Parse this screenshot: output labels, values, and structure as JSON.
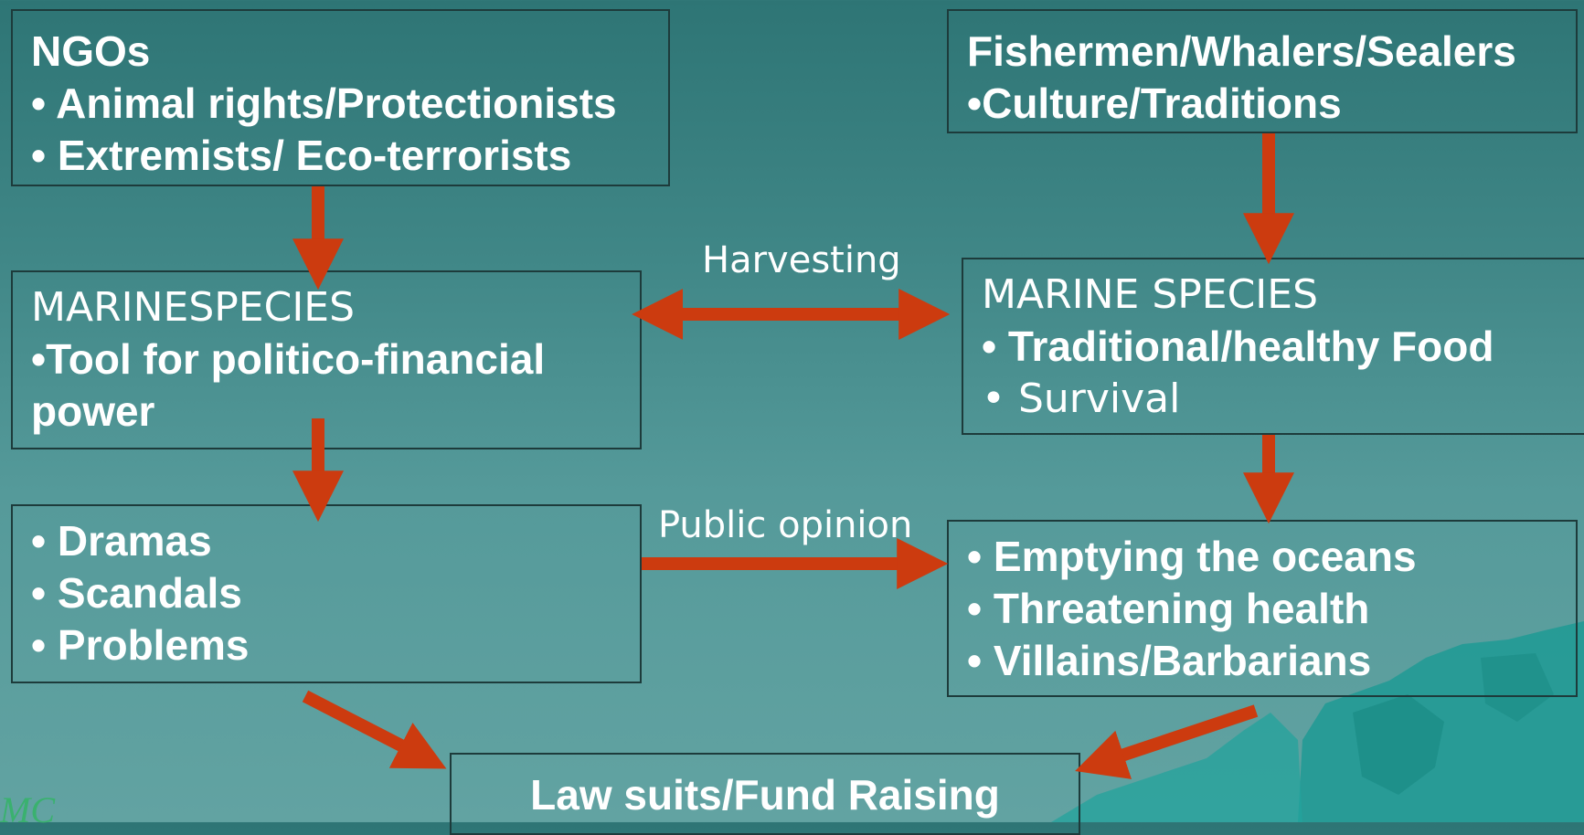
{
  "colors": {
    "arrow": "#cc3b0f",
    "box_border": "#1d3b3b",
    "text": "#ffffff"
  },
  "boxes": {
    "ngos": {
      "title": "NGOs",
      "items": [
        "• Animal rights/Protectionists",
        "• Extremists/ Eco-terrorists"
      ]
    },
    "fishermen": {
      "title": "Fishermen/Whalers/Sealers",
      "items": [
        "•Culture/Traditions"
      ]
    },
    "marine_left": {
      "title": "MARINESPECIES",
      "items": [
        "•Tool for politico-financial",
        "power"
      ]
    },
    "marine_right": {
      "title": "MARINE SPECIES",
      "items": [
        "• Traditional/healthy Food",
        "•  Survival"
      ]
    },
    "dramas": {
      "items": [
        "• Dramas",
        "• Scandals",
        "• Problems"
      ]
    },
    "emptying": {
      "items": [
        "• Emptying the oceans",
        "• Threatening health",
        "• Villains/Barbarians"
      ]
    },
    "lawsuits": {
      "title": "Law suits/Fund Raising"
    }
  },
  "connectors": {
    "harvesting": "Harvesting",
    "public_opinion": "Public opinion"
  },
  "logo": {
    "text": "MC"
  }
}
